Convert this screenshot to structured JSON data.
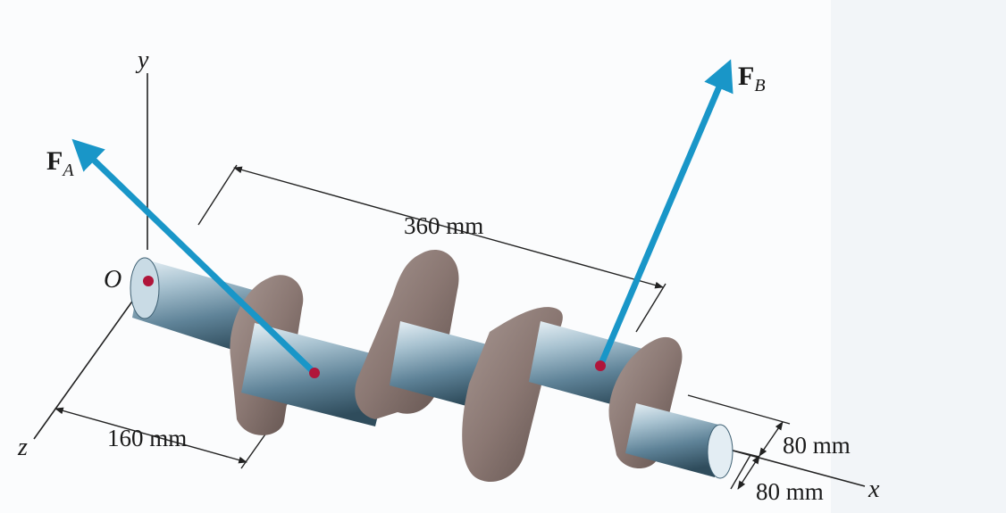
{
  "axes": {
    "x": "x",
    "y": "y",
    "z": "z",
    "origin": "O"
  },
  "forces": {
    "a_main": "F",
    "a_sub": "A",
    "b_main": "F",
    "b_sub": "B"
  },
  "dimensions": {
    "length_360": "360 mm",
    "length_160": "160 mm",
    "offset_upper": "80 mm",
    "offset_lower": "80 mm"
  },
  "colors": {
    "force_arrow": "#1996c8",
    "point": "#b0153a",
    "crank_web": "#8a7772",
    "shaft_light": "#dbe8f0",
    "shaft_dark": "#3d5f72"
  }
}
